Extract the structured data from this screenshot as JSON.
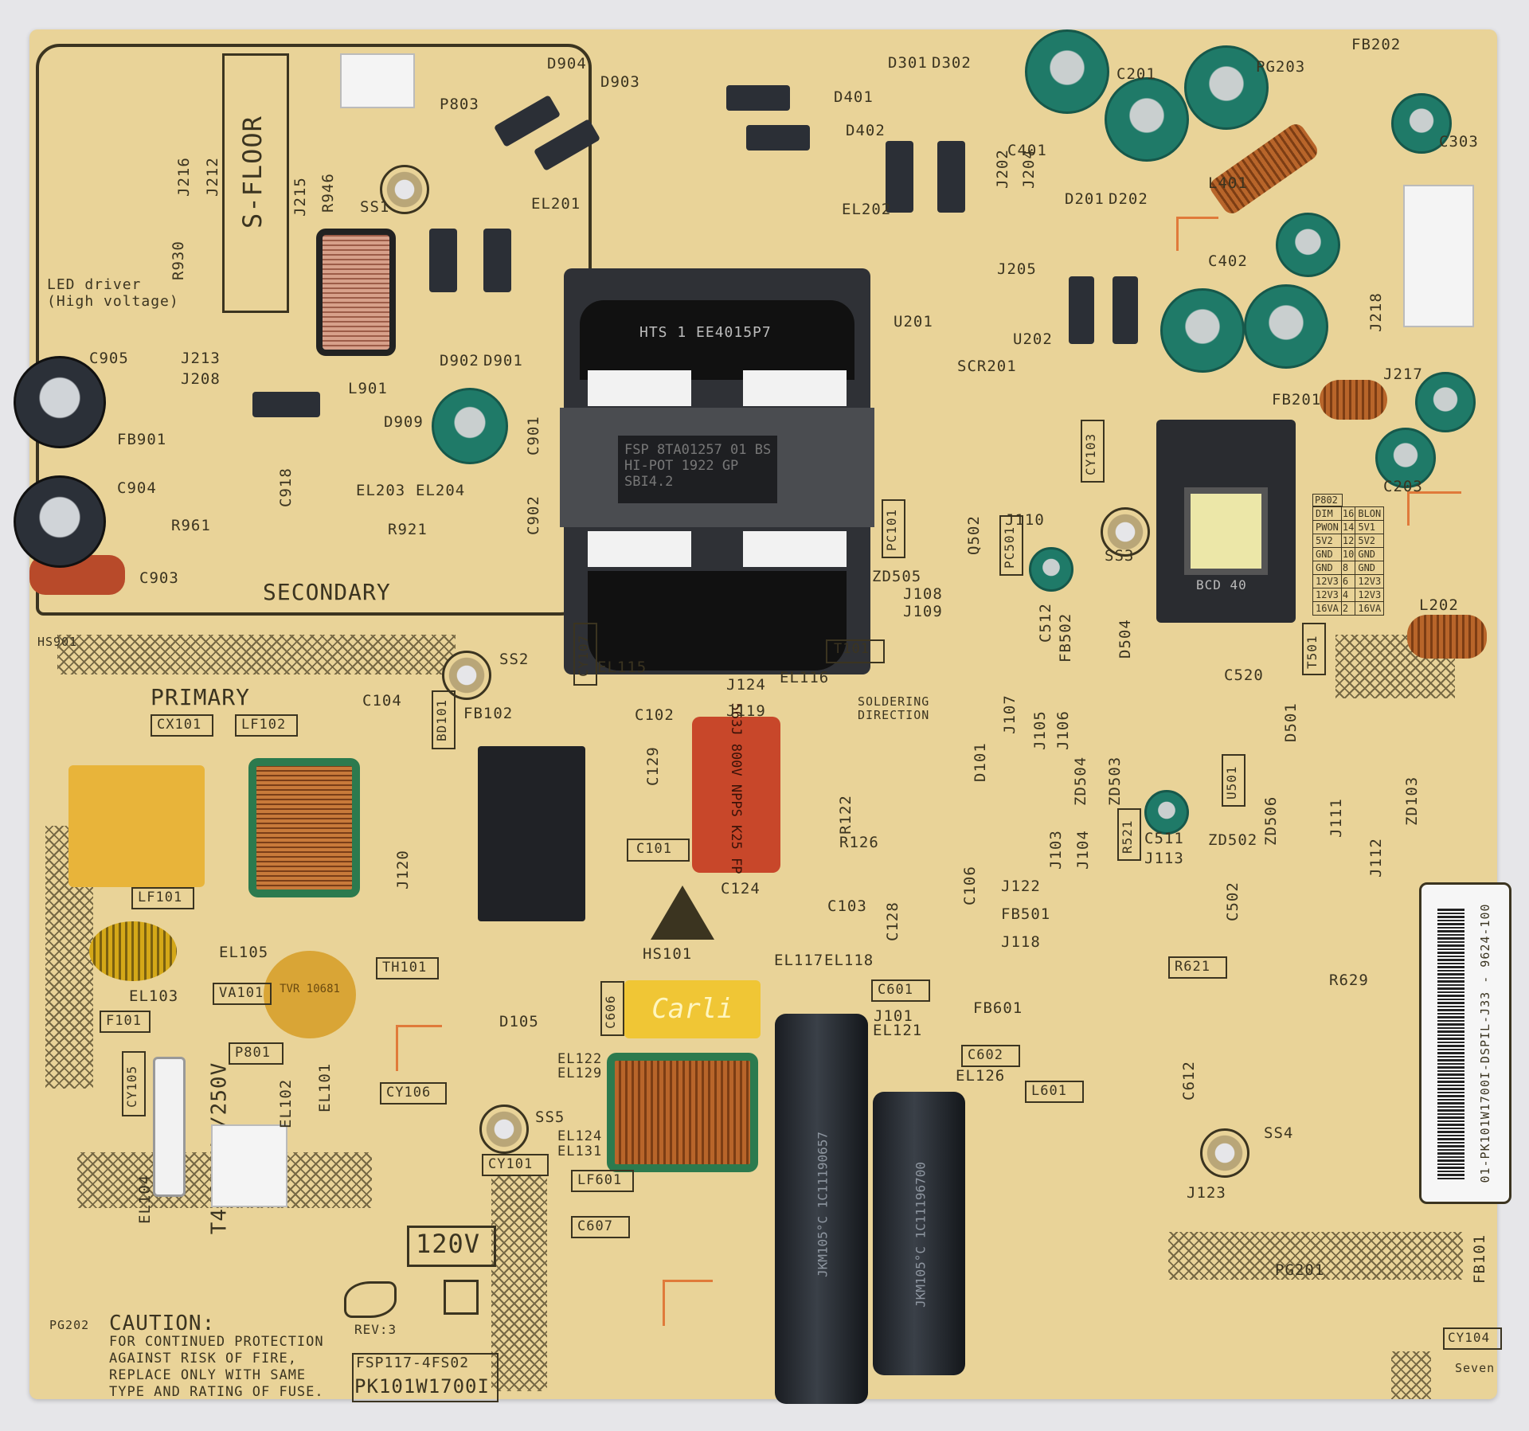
{
  "board": {
    "model_top": "FSP117-4FS02",
    "model_bottom": "PK101W1700I",
    "revision": "REV:3",
    "voltage": "120V",
    "brand_mark": "Seven",
    "section_secondary": "SECONDARY",
    "section_primary": "PRIMARY",
    "floor_label": "S-FLOOR",
    "led_driver_line1": "LED driver",
    "led_driver_line2": "(High voltage)",
    "soldering_line1": "SOLDERING",
    "soldering_line2": "DIRECTION",
    "fuse_rating": "T4.0A H /250V"
  },
  "caution": {
    "title": "CAUTION:",
    "lines": [
      "FOR CONTINUED PROTECTION",
      "AGAINST RISK OF FIRE,",
      "REPLACE ONLY WITH SAME",
      "TYPE AND RATING OF FUSE."
    ]
  },
  "transformer": {
    "top_marking": "HTS 1 EE4015P7",
    "label_line1": "FSP 8TA01257 01 BS",
    "label_line2": "HI-POT 1922 GP SBI4.2",
    "designator": "T101"
  },
  "small_transformer": {
    "marking": "BCD 40",
    "designator": "T501"
  },
  "barcode": {
    "text": "01-PK101W1700I-DSPIL-J33 - 9624-100"
  },
  "capacitors": {
    "film_red": "563J 800V NPPS K25 FP",
    "x_cap_brand": "Carli",
    "varistor": "TVR 10681",
    "bulk_cap_1": "JKM105°C 1C11190657",
    "bulk_cap_2": "JKM105°C 1C11196700"
  },
  "connector_table": {
    "title": "P802",
    "rows": [
      [
        "DIM",
        "16",
        "BLON"
      ],
      [
        "PWON",
        "14",
        "5V1"
      ],
      [
        "5V2",
        "12",
        "5V2"
      ],
      [
        "GND",
        "10",
        "GND"
      ],
      [
        "GND",
        "8",
        "GND"
      ],
      [
        "12V3",
        "6",
        "12V3"
      ],
      [
        "12V3",
        "4",
        "12V3"
      ],
      [
        "16VA",
        "2",
        "16VA"
      ]
    ]
  },
  "designators": {
    "d904": "D904",
    "d903": "D903",
    "p803": "P803",
    "d301": "D301",
    "d302": "D302",
    "d401": "D401",
    "d402": "D402",
    "c401": "C401",
    "c201": "C201",
    "pg203": "PG203",
    "fb202": "FB202",
    "c303": "C303",
    "l401": "L401",
    "c402": "C402",
    "d201": "D201",
    "d202": "D202",
    "j205": "J205",
    "u201": "U201",
    "u202": "U202",
    "scr201": "SCR201",
    "fb201": "FB201",
    "c203": "C203",
    "l202": "L202",
    "j218": "J218",
    "c905": "C905",
    "fb901": "FB901",
    "c904": "C904",
    "r961": "R961",
    "c903": "C903",
    "r921": "R921",
    "d909": "D909",
    "l901": "L901",
    "d902": "D902",
    "d901": "D901",
    "c901": "C901",
    "c902": "C902",
    "el201": "EL201",
    "el202": "EL202",
    "ss1": "SS1",
    "ss2": "SS2",
    "ss3": "SS3",
    "ss4": "SS4",
    "ss5": "SS5",
    "hs901": "HS901",
    "cx101": "CX101",
    "lf102": "LF102",
    "c104": "C104",
    "bd101": "BD101",
    "fb102": "FB102",
    "cy107": "CY107",
    "el115": "EL115",
    "el116": "EL116",
    "c102": "C102",
    "j119": "J119",
    "j124": "J124",
    "c129": "C129",
    "r122": "R122",
    "c101": "C101",
    "r126": "R126",
    "c106": "C106",
    "c124": "C124",
    "c103": "C103",
    "c128": "C128",
    "hs101": "HS101",
    "lf101": "LF101",
    "el105": "EL105",
    "th101": "TH101",
    "va101": "VA101",
    "el103": "EL103",
    "f101": "F101",
    "p801": "P801",
    "cy105": "CY105",
    "cy106": "CY106",
    "cy101": "CY101",
    "lf601": "LF601",
    "c606": "C606",
    "c607": "C607",
    "el117": "EL117",
    "el118": "EL118",
    "c601": "C601",
    "j101": "J101",
    "c602": "C602",
    "fb601": "FB601",
    "l601": "L601",
    "r621": "R621",
    "r629": "R629",
    "c612": "C612",
    "j123": "J123",
    "pg201": "PG201",
    "pg202": "PG202",
    "cy104": "CY104",
    "fb101": "FB101",
    "d105": "D105",
    "pc101": "PC101",
    "pc501": "PC501",
    "q502": "Q502",
    "zd505": "ZD505",
    "j108": "J108",
    "j109": "J109",
    "j110": "J110",
    "c512": "C512",
    "fb502": "FB502",
    "d504": "D504",
    "c520": "C520",
    "u501": "U501",
    "d501": "D501",
    "d101": "D101",
    "r521": "R521",
    "c511": "C511",
    "zd502": "ZD502",
    "j113": "J113",
    "j122": "J122",
    "fb501": "FB501",
    "j118": "J118",
    "c502": "C502",
    "j111": "J111",
    "j112": "J112",
    "zd103": "ZD103",
    "cy103": "CY103",
    "j107": "J107",
    "j105": "J105",
    "j106": "J106",
    "zd504": "ZD504",
    "zd503": "ZD503",
    "zd506": "ZD506",
    "j103": "J103",
    "j104": "J104",
    "j213": "J213",
    "j208": "J208",
    "j216": "J216",
    "j212": "J212",
    "j215": "J215",
    "r946": "R946",
    "r930": "R930",
    "el203": "EL203",
    "el204": "EL204",
    "c918": "C918",
    "j202": "J202",
    "j204": "J204",
    "j217": "J217",
    "el121": "EL121",
    "el126": "EL126",
    "el122": "EL122",
    "el129": "EL129",
    "el124": "EL124",
    "el131": "EL131",
    "el101": "EL101",
    "el102": "EL102",
    "el104": "EL104",
    "j120": "J120"
  },
  "colors": {
    "pcb": "#e9d398",
    "silkscreen": "#3b3420",
    "accent_orange": "#e07a3a",
    "background": "#e6e6e9"
  }
}
